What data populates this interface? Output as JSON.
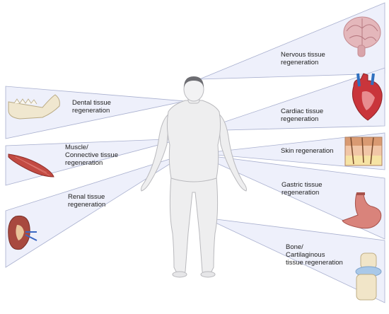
{
  "labels": {
    "nervous": "Nervous tissue\nregeneration",
    "dental": "Dental tissue\nregeneration",
    "cardiac": "Cardiac tissue\nregeneration",
    "muscle": "Muscle/\nConnective tissue\nregeneration",
    "skin": "Skin regeneration",
    "renal": "Renal tissue\nregeneration",
    "gastric": "Gastric tissue\nregeneration",
    "bone": "Bone/\nCartilaginous\ntissue regeneration"
  },
  "icons": {
    "brain": "brain-icon",
    "jaw": "jaw-bone-icon",
    "heart": "heart-icon",
    "muscle": "muscle-fiber-icon",
    "skin": "skin-layers-icon",
    "kidney": "kidney-icon",
    "stomach": "stomach-icon",
    "knee": "knee-joint-icon"
  },
  "colors": {
    "panel_fill": "#eef0fb",
    "panel_stroke": "#a9b0cf",
    "body_fill": "#eeeeef",
    "body_stroke": "#b9b9bd"
  }
}
